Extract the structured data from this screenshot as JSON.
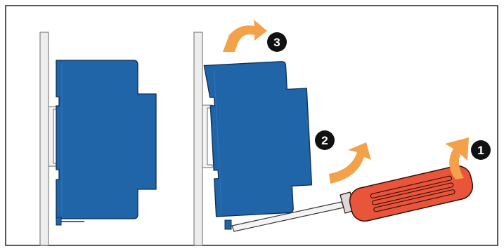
{
  "steps": [
    {
      "label": "1",
      "arrow_icon": "curved-arrow-icon"
    },
    {
      "label": "2",
      "arrow_icon": "curved-arrow-icon"
    },
    {
      "label": "3",
      "arrow_icon": "curved-arrow-icon"
    }
  ],
  "colors": {
    "frame_border": "#222222",
    "rail_fill": "#ededed",
    "rail_stroke": "#6b6b6b",
    "device_blue": "#1f65a8",
    "device_outline": "#0b2d57",
    "arrow_orange": "#f3a24a",
    "screwdriver_red": "#e8553a",
    "screwdriver_outline": "#3a0d06",
    "badge_black": "#111111",
    "badge_text": "#ffffff"
  }
}
